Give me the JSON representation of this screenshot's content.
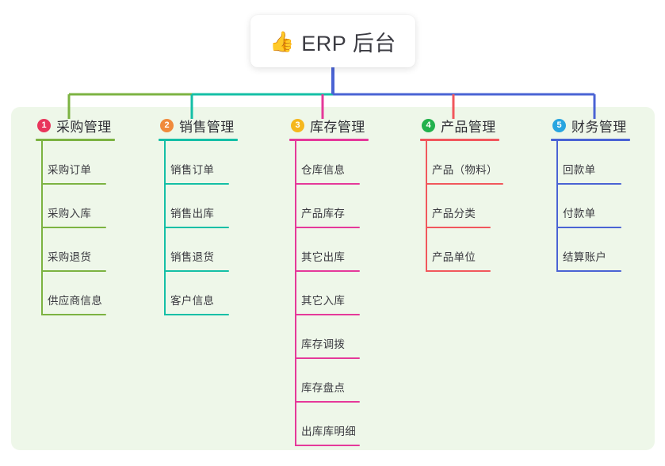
{
  "diagram": {
    "type": "mindmap-tree",
    "root": {
      "icon": "thumbs-up-icon",
      "emoji": "👍",
      "title": "ERP 后台"
    },
    "panel_background": "#eef7e9",
    "branches": [
      {
        "index": "1",
        "label": "采购管理",
        "badge_color": "#e8365c",
        "line_color": "#7cb342",
        "children": [
          {
            "label": "采购订单"
          },
          {
            "label": "采购入库"
          },
          {
            "label": "采购退货"
          },
          {
            "label": "供应商信息"
          }
        ]
      },
      {
        "index": "2",
        "label": "销售管理",
        "badge_color": "#f08a3c",
        "line_color": "#14bfa6",
        "children": [
          {
            "label": "销售订单"
          },
          {
            "label": "销售出库"
          },
          {
            "label": "销售退货"
          },
          {
            "label": "客户信息"
          }
        ]
      },
      {
        "index": "3",
        "label": "库存管理",
        "badge_color": "#f5b71d",
        "line_color": "#e5399a",
        "children": [
          {
            "label": "仓库信息"
          },
          {
            "label": "产品库存"
          },
          {
            "label": "其它出库"
          },
          {
            "label": "其它入库"
          },
          {
            "label": "库存调拨"
          },
          {
            "label": "库存盘点"
          },
          {
            "label": "出库库明细"
          }
        ]
      },
      {
        "index": "4",
        "label": "产品管理",
        "badge_color": "#22b14c",
        "line_color": "#f1575c",
        "children": [
          {
            "label": "产品（物料）"
          },
          {
            "label": "产品分类"
          },
          {
            "label": "产品单位"
          }
        ]
      },
      {
        "index": "5",
        "label": "财务管理",
        "badge_color": "#28a5e0",
        "line_color": "#4a63d4",
        "children": [
          {
            "label": "回款单"
          },
          {
            "label": "付款单"
          },
          {
            "label": "结算账户"
          }
        ]
      }
    ]
  }
}
